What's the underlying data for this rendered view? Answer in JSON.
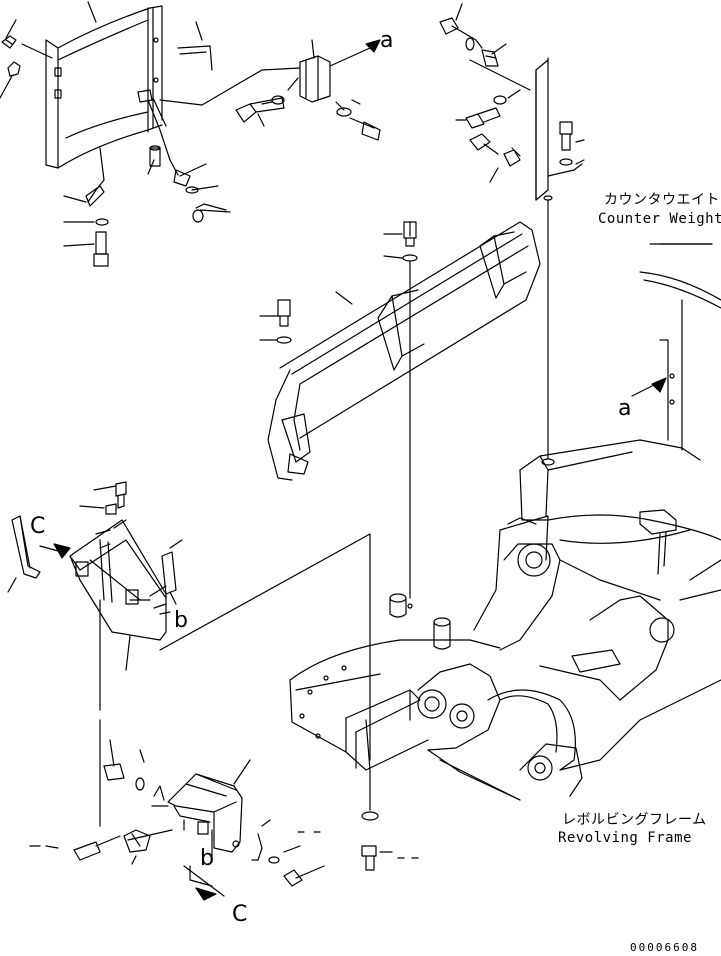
{
  "labels": {
    "counterweight_ja": "カウンタウエイト",
    "counterweight_en": "Counter Weight",
    "revolving_frame_ja": "レボルビングフレーム",
    "revolving_frame_en": "Revolving Frame",
    "ref_a_top": "a",
    "ref_a_side": "a",
    "ref_b_upper": "b",
    "ref_b_lower": "b",
    "ref_c_left": "C",
    "ref_c_bottom": "C",
    "drawing_number": "00006608"
  }
}
